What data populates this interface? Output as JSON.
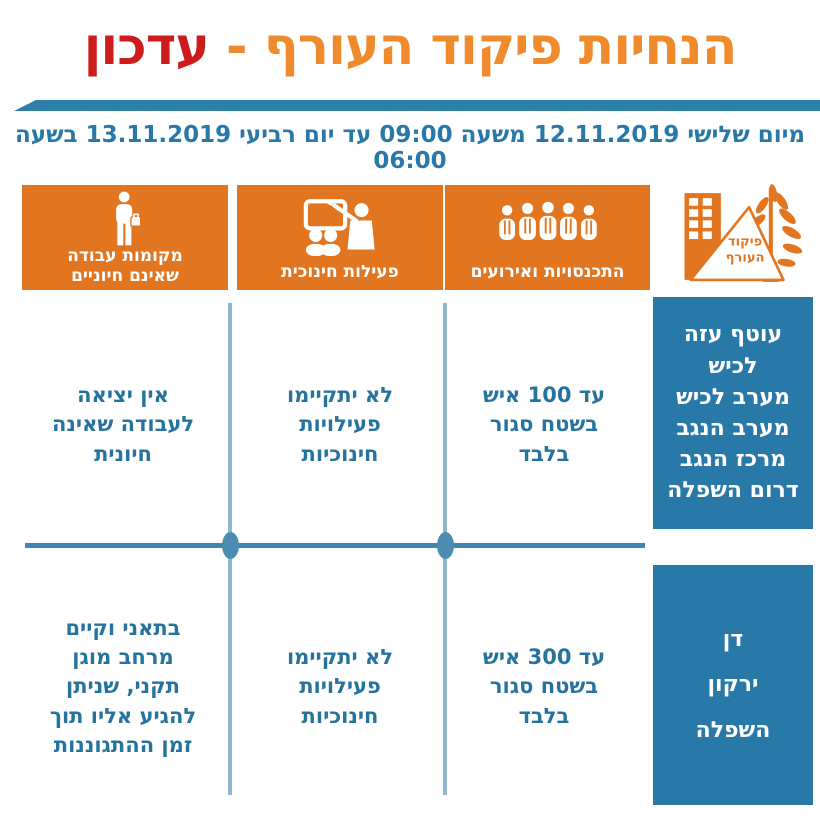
{
  "title": {
    "main": "הנחיות פיקוד העורף - ",
    "update": "עדכון"
  },
  "subtitle": "מיום שלישי 12.11.2019 משעה 09:00 עד יום רביעי 13.11.2019 בשעה 06:00",
  "logo": {
    "line1": "פיקוד",
    "line2": "העורף"
  },
  "columns": [
    {
      "id": "gatherings",
      "label": "התכנסויות ואירועים",
      "icon": "crowd-icon"
    },
    {
      "id": "education",
      "label": "פעילות חינוכית",
      "icon": "teacher-board-icon"
    },
    {
      "id": "workplaces",
      "label": "מקומות עבודה\nשאינם חיוניים",
      "icon": "worker-briefcase-icon"
    }
  ],
  "regions": [
    {
      "label": "עוטף עזה\nלכיש\nמערב לכיש\nמערב הנגב\nמרכז הנגב\nדרום השפלה"
    },
    {
      "label": "דן\nירקון\nהשפלה"
    }
  ],
  "rows": [
    {
      "gatherings": "עד 100 איש\nבשטח סגור\nבלבד",
      "education": "לא יתקיימו\nפעילויות\nחינוכיות",
      "workplaces": "אין יציאה\nלעבודה שאינה\nחיונית"
    },
    {
      "gatherings": "עד 300 איש\nבשטח סגור\nבלבד",
      "education": "לא יתקיימו\nפעילויות\nחינוכיות",
      "workplaces": "בתאני וקיים\nמרחב מוגן\nתקני, שניתן\nלהגיע אליו תוך\nזמן ההתגוננות"
    }
  ],
  "colors": {
    "orange_box": "#E2751F",
    "title_orange": "#EF8B2C",
    "title_red": "#CE1C1C",
    "teal_box": "#2878A8",
    "teal_bar": "#2E7FA8",
    "grid_vline": "#8FB6CD",
    "grid_hline": "#3E86AE",
    "grid_dot": "#4A8DB0",
    "cell_text": "#26749E"
  }
}
